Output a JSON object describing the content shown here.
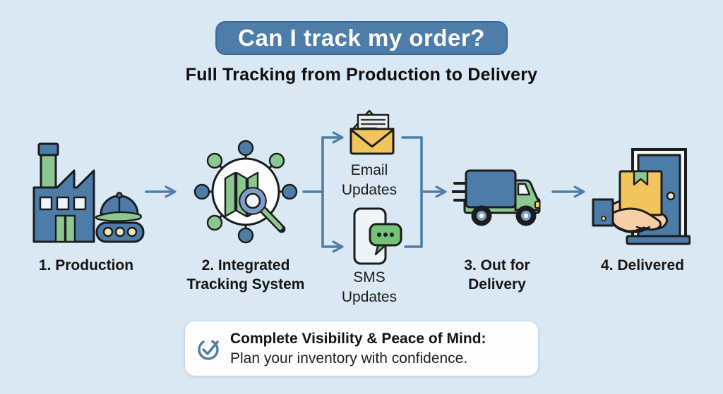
{
  "header": {
    "title": "Can I track my order?",
    "subtitle": "Full Tracking from Production to Delivery"
  },
  "steps": [
    {
      "label": "1. Production",
      "icon": "factory-icon"
    },
    {
      "label": "2. Integrated\nTracking System",
      "icon": "tracking-network-icon"
    },
    {
      "label": "3. Out for\nDelivery",
      "icon": "delivery-truck-icon"
    },
    {
      "label": "4. Delivered",
      "icon": "door-handoff-icon"
    }
  ],
  "notifications": [
    {
      "label": "Email\nUpdates",
      "icon": "email-envelope-icon"
    },
    {
      "label": "SMS\nUpdates",
      "icon": "sms-phone-icon"
    }
  ],
  "footer": {
    "heading": "Complete Visibility & Peace of Mind:",
    "text": "Plan your inventory with confidence.",
    "icon": "check-circle-icon"
  },
  "colors": {
    "c-bg": "#d9e8f3",
    "c-banner": "#4d7da8",
    "c-banner-border": "#3a6a93",
    "c-arrow": "#4e7da7",
    "c-blue": "#4d7ca9",
    "c-green": "#8cc690",
    "c-yellow": "#f2c55c",
    "c-cream": "#f2e3bd",
    "c-skin": "#f6cfa6",
    "c-text": "#151515"
  }
}
